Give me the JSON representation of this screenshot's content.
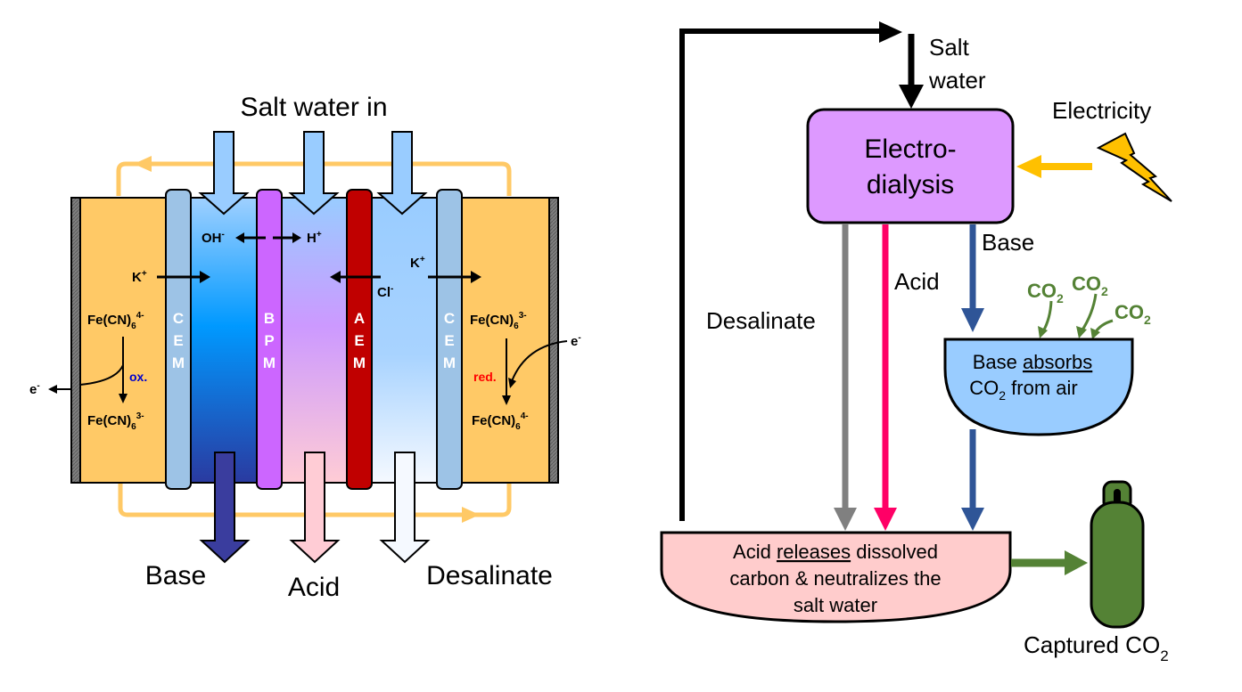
{
  "left_panel": {
    "title": "Salt water in",
    "outputs": [
      "Base",
      "Acid",
      "Desalinate"
    ],
    "membranes": [
      {
        "label": "CEM",
        "letters": [
          "C",
          "E",
          "M"
        ],
        "color": "#9dc3e6"
      },
      {
        "label": "BPM",
        "letters": [
          "B",
          "P",
          "M"
        ],
        "color": "#cc66ff"
      },
      {
        "label": "AEM",
        "letters": [
          "A",
          "E",
          "M"
        ],
        "color": "#c00000"
      },
      {
        "label": "CEM",
        "letters": [
          "C",
          "E",
          "M"
        ],
        "color": "#9dc3e6"
      }
    ],
    "ions": {
      "oh": "OH",
      "oh_sup": "-",
      "h": "H",
      "h_sup": "+",
      "k_left": "K",
      "k_left_sup": "+",
      "k_right": "K",
      "k_right_sup": "+",
      "cl": "Cl",
      "cl_sup": "-"
    },
    "anode": {
      "top_species": "Fe(CN)",
      "top_sub": "6",
      "top_sup": "4-",
      "bottom_species": "Fe(CN)",
      "bottom_sub": "6",
      "bottom_sup": "3-",
      "reaction": "ox.",
      "electron": "e",
      "electron_sup": "-"
    },
    "cathode": {
      "top_species": "Fe(CN)",
      "top_sub": "6",
      "top_sup": "3-",
      "bottom_species": "Fe(CN)",
      "bottom_sub": "6",
      "bottom_sup": "4-",
      "reaction": "red.",
      "electron": "e",
      "electron_sup": "-"
    },
    "colors": {
      "electrolyte": "#ffc966",
      "recirculation": "#ffc966",
      "inlet": "#99ccff",
      "base_out": "#3a3d9e",
      "acid_out": "#ffccd5",
      "desal_out": "#f5f9ff",
      "ox": "#0000cc",
      "red": "#ff0000"
    }
  },
  "right_panel": {
    "salt_water": [
      "Salt",
      "water"
    ],
    "electricity": "Electricity",
    "electrodialysis": [
      "Electro-",
      "dialysis"
    ],
    "streams": {
      "desalinate": "Desalinate",
      "acid": "Acid",
      "base": "Base"
    },
    "co2_labels": [
      {
        "text": "CO",
        "sub": "2"
      },
      {
        "text": "CO",
        "sub": "2"
      },
      {
        "text": "CO",
        "sub": "2"
      }
    ],
    "base_tank": {
      "line1_pre": "Base ",
      "line1_u": "absorbs",
      "line2": "CO",
      "line2_sub": "2",
      "line2_post": " from air"
    },
    "acid_tank": {
      "line1_pre": "Acid ",
      "line1_u": "releases",
      "line1_post": " dissolved",
      "line2": "carbon & neutralizes the",
      "line3": "salt water"
    },
    "captured": {
      "text": "Captured CO",
      "sub": "2"
    },
    "colors": {
      "ed_box": "#dd99ff",
      "desalinate": "#808080",
      "acid": "#ff0066",
      "base": "#2f5597",
      "co2": "#548235",
      "electricity": "#ffc000",
      "base_tank": "#99ccff",
      "acid_tank": "#ffcccc",
      "cylinder": "#548235"
    }
  }
}
